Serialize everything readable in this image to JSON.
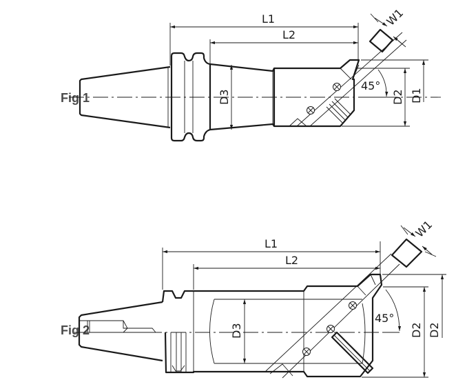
{
  "figures": [
    {
      "label": "Fig 1",
      "dims": {
        "l1": "L1",
        "l2": "L2",
        "d3": "D3",
        "d2": "D2",
        "d1": "D1",
        "w1": "W1",
        "angle": "45°"
      }
    },
    {
      "label": "Fig 2",
      "dims": {
        "l1": "L1",
        "l2": "L2",
        "d3": "D3",
        "d2_inner": "D2",
        "d2_outer": "D2",
        "w1": "W1",
        "angle": "45°"
      }
    }
  ]
}
